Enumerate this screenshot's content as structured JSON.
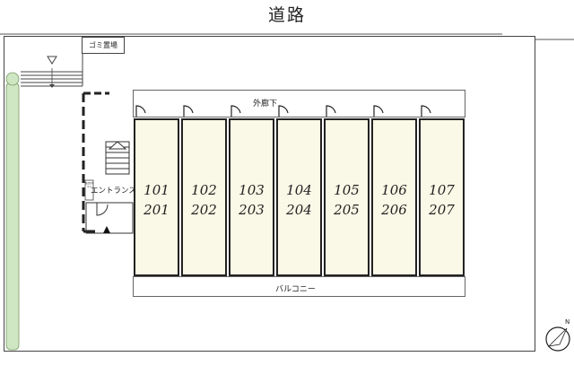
{
  "header": {
    "road_label": "道路"
  },
  "site": {
    "garbage_label": "ゴミ置場",
    "corridor_label": "外廊下",
    "balcony_label": "バルコニー",
    "entrance_label": "エントランス",
    "mailbox_label": "集合ポスト"
  },
  "units": [
    {
      "first_floor": "101",
      "second_floor": "201"
    },
    {
      "first_floor": "102",
      "second_floor": "202"
    },
    {
      "first_floor": "103",
      "second_floor": "203"
    },
    {
      "first_floor": "104",
      "second_floor": "204"
    },
    {
      "first_floor": "105",
      "second_floor": "205"
    },
    {
      "first_floor": "106",
      "second_floor": "206"
    },
    {
      "first_floor": "107",
      "second_floor": "207"
    }
  ],
  "compass": {
    "icon": "north-arrow-icon"
  },
  "colors": {
    "unit_fill": "#faf8e6",
    "hedge": "#cfe6c2",
    "line": "#222222"
  }
}
